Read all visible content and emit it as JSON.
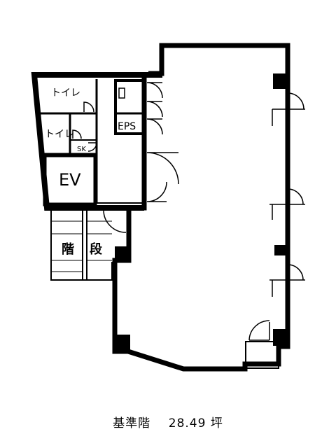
{
  "rooms": {
    "toilet_1": "トイレ",
    "toilet_2": "トイレ",
    "sk": "SK",
    "eps": "EPS",
    "ev": "EV",
    "stairs_1": "階",
    "stairs_2": "段"
  },
  "caption": {
    "floor": "基準階",
    "area": "28.49",
    "unit": "坪"
  }
}
